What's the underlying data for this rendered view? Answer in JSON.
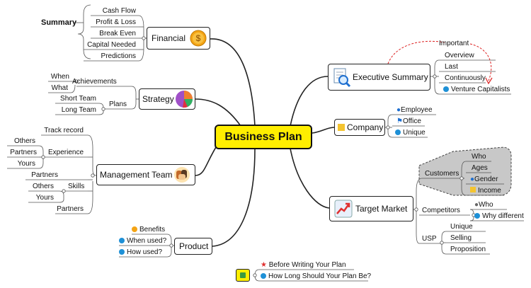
{
  "central": "Business Plan",
  "summary_label": "Summary",
  "financial": {
    "title": "Financial",
    "items": [
      "Cash Flow",
      "Profit & Loss",
      "Break Even",
      "Capital Needed",
      "Predictions"
    ]
  },
  "strategy": {
    "title": "Strategy",
    "achievements": {
      "label": "Achievements",
      "items": [
        "When",
        "What"
      ]
    },
    "plans": {
      "label": "Plans",
      "items": [
        "Short Team",
        "Long Team"
      ]
    }
  },
  "management": {
    "title": "Management Team",
    "track_record": "Track record",
    "experience": {
      "label": "Experience",
      "items": [
        "Others",
        "Partners",
        "Yours"
      ]
    },
    "skills": {
      "label": "Skills",
      "partners": "Partners",
      "items": [
        "Others",
        "Yours"
      ]
    },
    "partners": "Partners"
  },
  "product": {
    "title": "Product",
    "items": [
      "Benefits",
      "When used?",
      "How used?"
    ]
  },
  "executive": {
    "title": "Executive Summary",
    "items": [
      "Overview",
      "Last",
      "Continuously",
      "Venture Capitalists"
    ],
    "callout": "Important"
  },
  "company": {
    "title": "Company",
    "items": [
      "Employee",
      "Office",
      "Unique"
    ]
  },
  "target": {
    "title": "Target Market",
    "customers": {
      "label": "Customers",
      "items": [
        "Who",
        "Ages",
        "Gender",
        "Income"
      ]
    },
    "competitors": {
      "label": "Competitors",
      "items": [
        "Who",
        "Why different"
      ]
    },
    "usp": {
      "label": "USP",
      "items": [
        "Unique",
        "Selling",
        "Proposition"
      ]
    }
  },
  "legend": {
    "items": [
      "Before Writing Your Plan",
      "How Long Should Your Plan Be?"
    ]
  },
  "colors": {
    "central": "#ffee00",
    "branch": "#222222",
    "customers_region": "#c8c8c8",
    "callout": "#dd2222",
    "info": "#1e90d6"
  }
}
